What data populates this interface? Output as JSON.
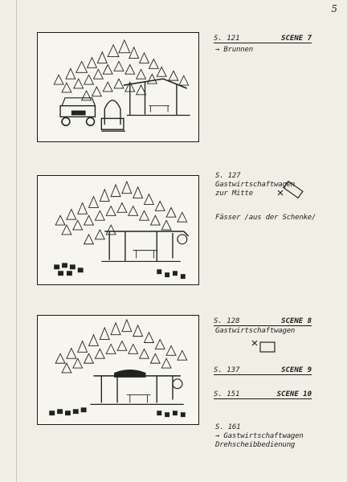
{
  "page_number": "5",
  "panels": [
    {
      "label": "S. 121",
      "scene": "SCENE 7",
      "notes": [
        "→ Brunnen"
      ]
    },
    {
      "label": "S. 127",
      "scene": "",
      "notes": [
        "Gastwirtschaftwagen",
        "zur Mitte",
        "Fässer /aus der Schenke/"
      ]
    },
    {
      "label": "S. 128",
      "scene": "SCENE 8",
      "notes": [
        "Gastwirtschaftwagen"
      ]
    }
  ],
  "extra_scenes": [
    {
      "label": "S. 137",
      "scene": "SCENE 9"
    },
    {
      "label": "S. 151",
      "scene": "SCENE 10"
    }
  ],
  "final_note": {
    "label": "S. 161",
    "lines": [
      "→ Gastwirtschaftwagen",
      "Drehscheibbedienung"
    ]
  }
}
